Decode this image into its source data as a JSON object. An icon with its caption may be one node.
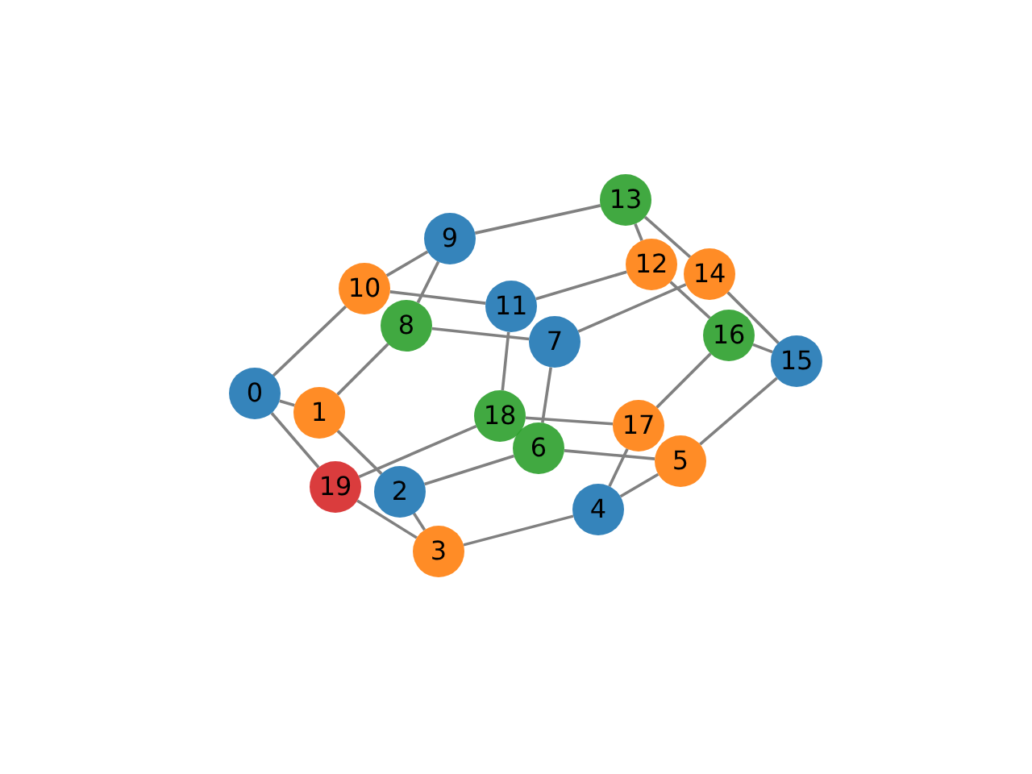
{
  "diagram": {
    "nodes": [
      {
        "text": [
          "0"
        ]
      },
      {
        "text": [
          "1"
        ]
      },
      {
        "text": [
          "2"
        ]
      },
      {
        "text": [
          "3"
        ]
      },
      {
        "text": [
          "4"
        ]
      },
      {
        "text": [
          "5"
        ]
      },
      {
        "text": [
          "6"
        ]
      },
      {
        "text": [
          "7"
        ]
      },
      {
        "text": [
          "8"
        ]
      },
      {
        "text": [
          "9"
        ]
      },
      {
        "text": [
          "10"
        ]
      },
      {
        "text": [
          "11"
        ]
      },
      {
        "text": [
          "12"
        ]
      },
      {
        "text": [
          "13"
        ]
      },
      {
        "text": [
          "14"
        ]
      },
      {
        "text": [
          "15"
        ]
      },
      {
        "text": [
          "16"
        ]
      },
      {
        "text": [
          "17"
        ]
      },
      {
        "text": [
          "18"
        ]
      },
      {
        "text": [
          "19"
        ]
      }
    ],
    "edges": [
      {
        "from": 0,
        "to": 1,
        "arrow": "none"
      },
      {
        "from": 0,
        "to": 10,
        "arrow": "none"
      },
      {
        "from": 0,
        "to": 19,
        "arrow": "none"
      },
      {
        "from": 1,
        "to": 2,
        "arrow": "none"
      },
      {
        "from": 1,
        "to": 8,
        "arrow": "none"
      },
      {
        "from": 2,
        "to": 3,
        "arrow": "none"
      },
      {
        "from": 2,
        "to": 6,
        "arrow": "none"
      },
      {
        "from": 3,
        "to": 4,
        "arrow": "none"
      },
      {
        "from": 3,
        "to": 19,
        "arrow": "none"
      },
      {
        "from": 4,
        "to": 5,
        "arrow": "none"
      },
      {
        "from": 4,
        "to": 17,
        "arrow": "none"
      },
      {
        "from": 5,
        "to": 6,
        "arrow": "none"
      },
      {
        "from": 5,
        "to": 15,
        "arrow": "none"
      },
      {
        "from": 6,
        "to": 7,
        "arrow": "none"
      },
      {
        "from": 7,
        "to": 8,
        "arrow": "none"
      },
      {
        "from": 7,
        "to": 14,
        "arrow": "none"
      },
      {
        "from": 8,
        "to": 9,
        "arrow": "none"
      },
      {
        "from": 9,
        "to": 10,
        "arrow": "none"
      },
      {
        "from": 9,
        "to": 13,
        "arrow": "none"
      },
      {
        "from": 10,
        "to": 11,
        "arrow": "none"
      },
      {
        "from": 11,
        "to": 12,
        "arrow": "none"
      },
      {
        "from": 11,
        "to": 18,
        "arrow": "none"
      },
      {
        "from": 12,
        "to": 13,
        "arrow": "none"
      },
      {
        "from": 12,
        "to": 16,
        "arrow": "none"
      },
      {
        "from": 13,
        "to": 14,
        "arrow": "none"
      },
      {
        "from": 14,
        "to": 15,
        "arrow": "none"
      },
      {
        "from": 15,
        "to": 16,
        "arrow": "none"
      },
      {
        "from": 16,
        "to": 17,
        "arrow": "none"
      },
      {
        "from": 17,
        "to": 18,
        "arrow": "none"
      },
      {
        "from": 18,
        "to": 19,
        "arrow": "none"
      }
    ]
  }
}
